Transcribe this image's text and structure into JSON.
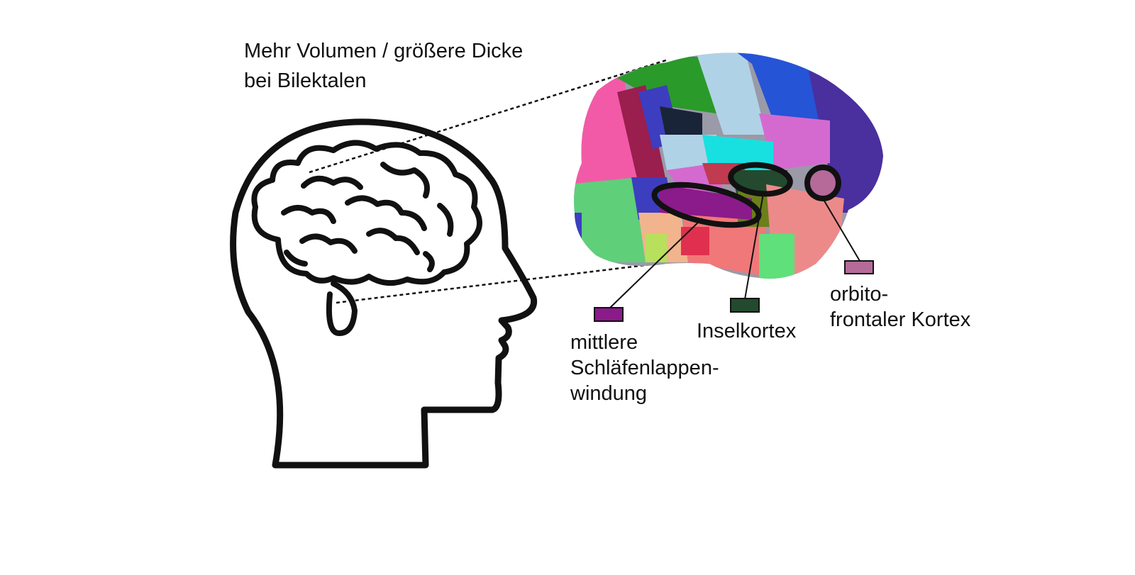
{
  "title": {
    "line1": "Mehr Volumen / größere Dicke",
    "line2": "bei Bilektalen"
  },
  "regions": [
    {
      "id": "temporal",
      "label": "mittlere\nSchläfenlappen-\nwindung",
      "color": "#8b1a8b"
    },
    {
      "id": "insula",
      "label": "Inselkortex",
      "color": "#234a2e"
    },
    {
      "id": "ofc",
      "label": "orbito-\nfrontaler Kortex",
      "color": "#b56a9a"
    }
  ],
  "icons": {
    "head": "head-profile-icon",
    "brain": "brain-icon"
  },
  "colors": {
    "outline": "#111111",
    "parcels": [
      "#f25aa8",
      "#2a9a2a",
      "#b0d2e6",
      "#2554d6",
      "#4a2f9e",
      "#5fcf7a",
      "#f07878",
      "#19e0e0",
      "#d46ad0",
      "#9a1e4e",
      "#3d3dc0",
      "#1a2438",
      "#6b7f1a",
      "#f2b48c",
      "#b8e05c",
      "#9a9aa8"
    ]
  }
}
